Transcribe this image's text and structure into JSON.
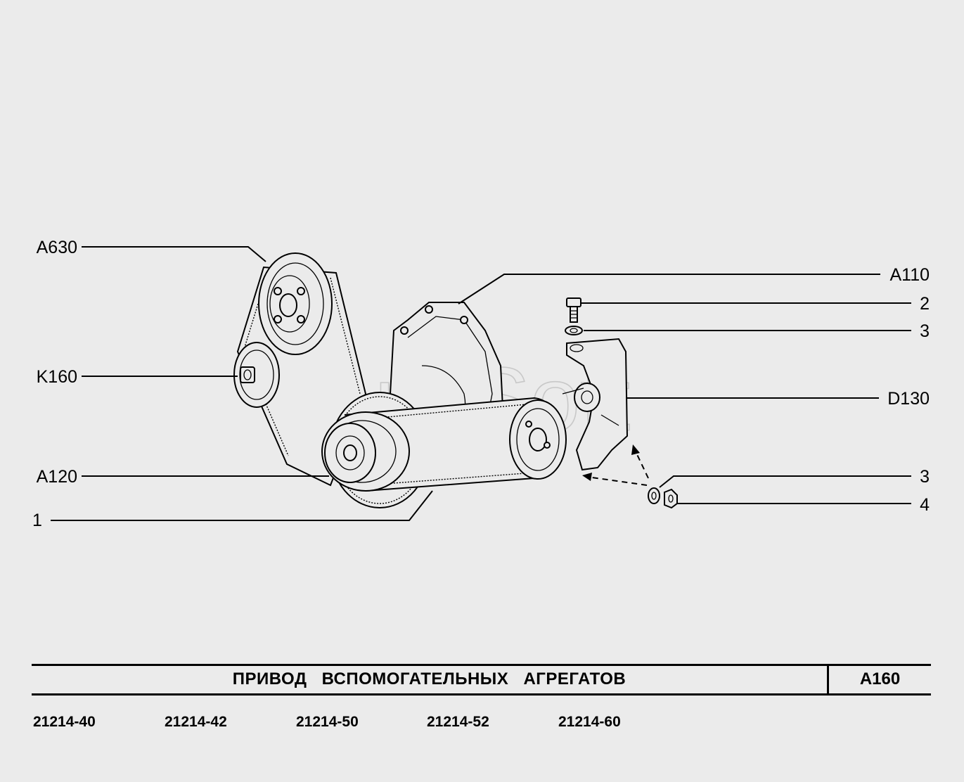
{
  "diagram": {
    "watermark": "AutoSoft",
    "callouts": {
      "a630": "A630",
      "k160": "K160",
      "a120": "A120",
      "p1": "1",
      "a110": "A110",
      "p2": "2",
      "p3_top": "3",
      "d130": "D130",
      "p3_bottom": "3",
      "p4": "4"
    }
  },
  "title_block": {
    "title": "ПРИВОД ВСПОМОГАТЕЛЬНЫХ АГРЕГАТОВ",
    "code": "A160"
  },
  "models": [
    "21214-40",
    "21214-42",
    "21214-50",
    "21214-52",
    "21214-60"
  ]
}
